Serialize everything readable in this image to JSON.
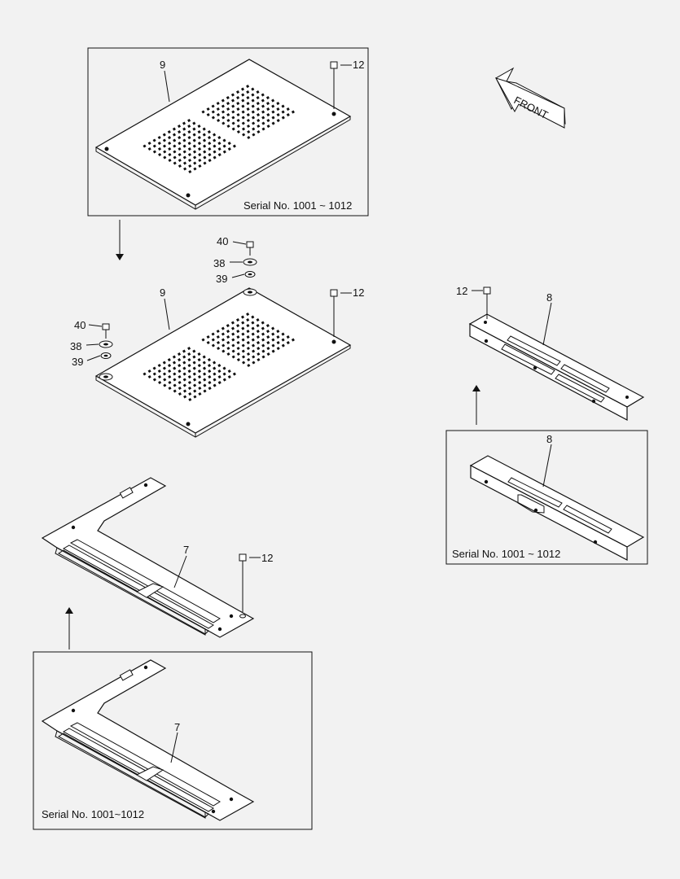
{
  "front_label": "FRONT",
  "serial_labels": {
    "top_plate": "Serial No. 1001 ~ 1012",
    "right_bracket": "Serial No. 1001 ~ 1012",
    "bottom_frame": "Serial No. 1001~1012"
  },
  "part_numbers": {
    "plate_old": "9",
    "plate_old_screw": "12",
    "plate_new": "9",
    "plate_new_screw": "12",
    "screw_left": "40",
    "washer_left": "38",
    "spacer_left": "39",
    "screw_top": "40",
    "washer_top": "38",
    "spacer_top": "39",
    "bracket_new": "8",
    "bracket_new_screw": "12",
    "bracket_old": "8",
    "frame_new": "7",
    "frame_new_screw": "12",
    "frame_old": "7"
  }
}
